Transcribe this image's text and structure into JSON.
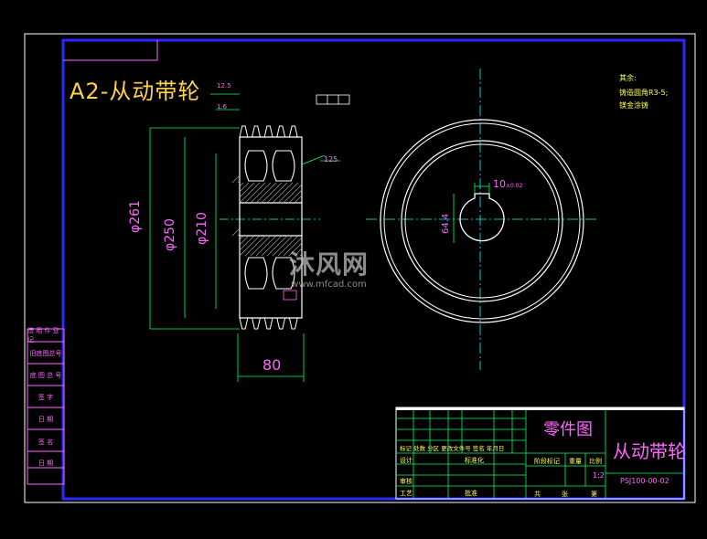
{
  "drawing": {
    "title": "A2-从动带轮",
    "part_label": "零件图",
    "part_name": "从动带轮",
    "drawing_number": "PSJ100-00-02",
    "scale": "1:2"
  },
  "notes": {
    "remainder": "其余:",
    "line1": "铸造圆角R3-5;",
    "line2": "镁金涂铸"
  },
  "dimensions": {
    "d261": "φ261",
    "d250": "φ250",
    "d210": "φ210",
    "width": "80",
    "keyway": "10",
    "keyway_tol": "±0.02",
    "bore": "64.4",
    "groove_angle": "125",
    "roughness1": "12.5",
    "roughness2": "1.6"
  },
  "side_table": {
    "rows": [
      "借 用 件 登 记",
      "旧底图总号",
      "底 图 总 号",
      "签 字",
      "日 期",
      "签 名",
      "日 期"
    ]
  },
  "title_block": {
    "row_revision": "标记 处数 分区 更改文件号 签名 年月日",
    "designer": "设计",
    "standardize": "标准化",
    "checker": "审核",
    "process": "工艺",
    "approve": "批准",
    "stage_mark": "阶段标记",
    "weight": "重量",
    "scale_label": "比例",
    "sheets_total": "共",
    "sheet_label": "张",
    "sheet_no": "第"
  },
  "watermark": {
    "brand": "沐风网",
    "url": "www.mfcad.com"
  }
}
